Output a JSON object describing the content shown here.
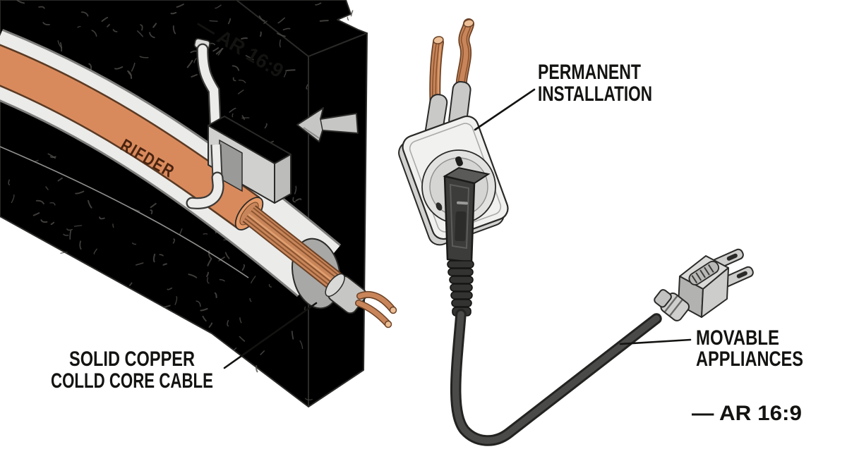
{
  "scene": {
    "title": "electrical wiring diagram: in-wall cable vs plug-in cord",
    "labels": {
      "top_tag": "— AR 16:9",
      "cable_brand": "RIFDER",
      "cable_label_line1": "SOLID COPPER",
      "cable_label_line2": "COLLD CORE CABLE",
      "outlet_label_line1": "PERMANENT",
      "outlet_label_line2": "INSTALLATION",
      "plug_label_line1": "MOVABLE",
      "plug_label_line2": "APPLIANCES",
      "bottom_tag": "— AR 16:9"
    },
    "colors": {
      "bg": "#ffffff",
      "wall_face": "#b5b5b3",
      "wall_top": "#c9c9c7",
      "wall_side": "#d6d6d4",
      "channel": "#ebebe9",
      "channel_edge": "#7d7d7b",
      "cable": "#d98a5c",
      "cable_dark": "#5a3a24",
      "copper": "#c9855a",
      "copper_dark": "#6b4226",
      "copper_light": "#ecbf96",
      "cord": "#232321",
      "cord_core": "#4a4a48",
      "plug_body": "#3c3c3a",
      "plug_top": "#5a5a58",
      "plug_gray": "#cdcdcb",
      "plug_gray_dark": "#b2b2b0",
      "outlet_plate": "#f1f1ef",
      "outlet_side": "#d2d2d0",
      "outlet_recess": "#e2e2e0",
      "outlet_recess2": "#d5d5d3",
      "hole_gray": "#a8a8a6",
      "block_front": "#d0d0ce",
      "block_right": "#bcbcba",
      "ink": "#2a2a28",
      "label": "#131311",
      "brand": "#4a2410",
      "speckle": "#504e4a"
    }
  }
}
